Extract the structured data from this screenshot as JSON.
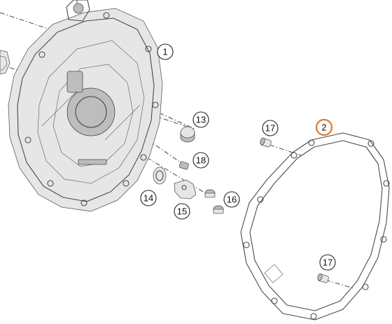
{
  "callouts": [
    {
      "id": "c1",
      "label": "1",
      "highlight": false
    },
    {
      "id": "c2",
      "label": "2",
      "highlight": true
    },
    {
      "id": "c13",
      "label": "13",
      "highlight": false
    },
    {
      "id": "c14",
      "label": "14",
      "highlight": false
    },
    {
      "id": "c15",
      "label": "15",
      "highlight": false
    },
    {
      "id": "c16",
      "label": "16",
      "highlight": false
    },
    {
      "id": "c17a",
      "label": "17",
      "highlight": false
    },
    {
      "id": "c17b",
      "label": "17",
      "highlight": false
    },
    {
      "id": "c18",
      "label": "18",
      "highlight": false
    }
  ],
  "colors": {
    "highlight": "#e07a2a",
    "line": "#4a4a4a",
    "callout_stroke": "#222222"
  },
  "parts": [
    "clutch-cover",
    "gasket",
    "plug",
    "dowel-pins",
    "seal-ring",
    "bracket",
    "screws"
  ]
}
